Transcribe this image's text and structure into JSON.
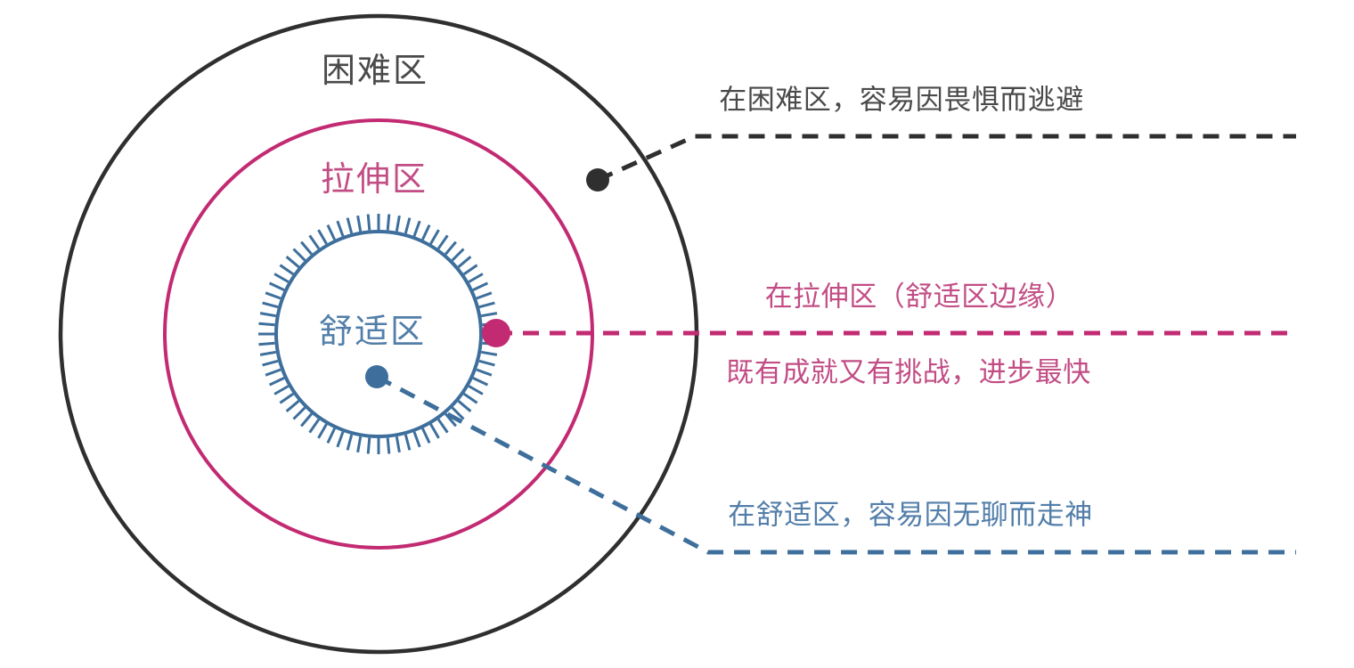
{
  "colors": {
    "bg": "#ffffff",
    "dark": "#2f2f2f",
    "darkText": "#4a4a4a",
    "pink": "#c22a72",
    "pinkText": "#c24d85",
    "blue": "#3e6f9c",
    "blueText": "#527ea9"
  },
  "zones": [
    {
      "id": "difficult",
      "label": "困难区",
      "annotation": "在困难区，容易因畏惧而逃避",
      "color": "#2f2f2f"
    },
    {
      "id": "stretch",
      "label": "拉伸区",
      "annotation_top": "在拉伸区（舒适区边缘）",
      "annotation_bottom": "既有成就又有挑战，进步最快",
      "color": "#c22a72"
    },
    {
      "id": "comfort",
      "label": "舒适区",
      "annotation": "在舒适区，容易因无聊而走神",
      "color": "#3e6f9c"
    }
  ]
}
